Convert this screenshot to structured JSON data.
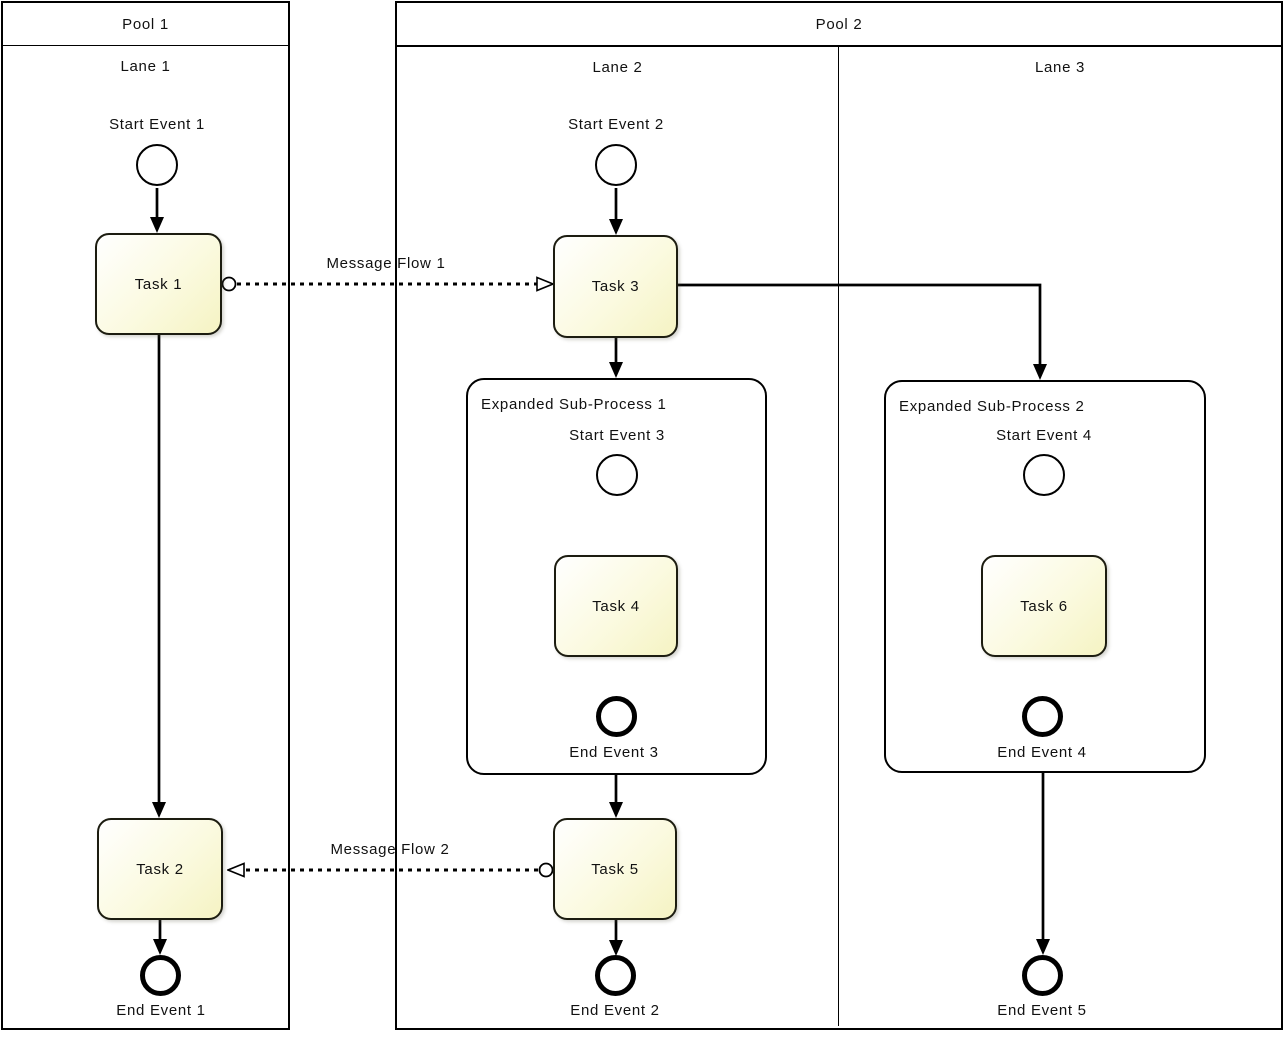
{
  "pools": [
    {
      "name": "Pool 1",
      "lanes": [
        "Lane 1"
      ]
    },
    {
      "name": "Pool 2",
      "lanes": [
        "Lane 2",
        "Lane 3"
      ]
    }
  ],
  "tasks": [
    "Task 1",
    "Task 2",
    "Task 3",
    "Task 4",
    "Task 5",
    "Task 6"
  ],
  "start_events": [
    "Start Event 1",
    "Start Event 2",
    "Start Event 3",
    "Start Event 4"
  ],
  "end_events": [
    "End Event 1",
    "End Event 2",
    "End Event 3",
    "End Event 4",
    "End Event 5"
  ],
  "subprocesses": [
    "Expanded Sub-Process 1",
    "Expanded Sub-Process 2"
  ],
  "message_flows": [
    "Message Flow 1",
    "Message Flow 2"
  ],
  "colors": {
    "stroke": "#000000",
    "task_border": "#1c1c10",
    "task_fill_top": "#ffffff",
    "task_fill_bottom": "#f5f3c3",
    "label_color": "#111111"
  }
}
